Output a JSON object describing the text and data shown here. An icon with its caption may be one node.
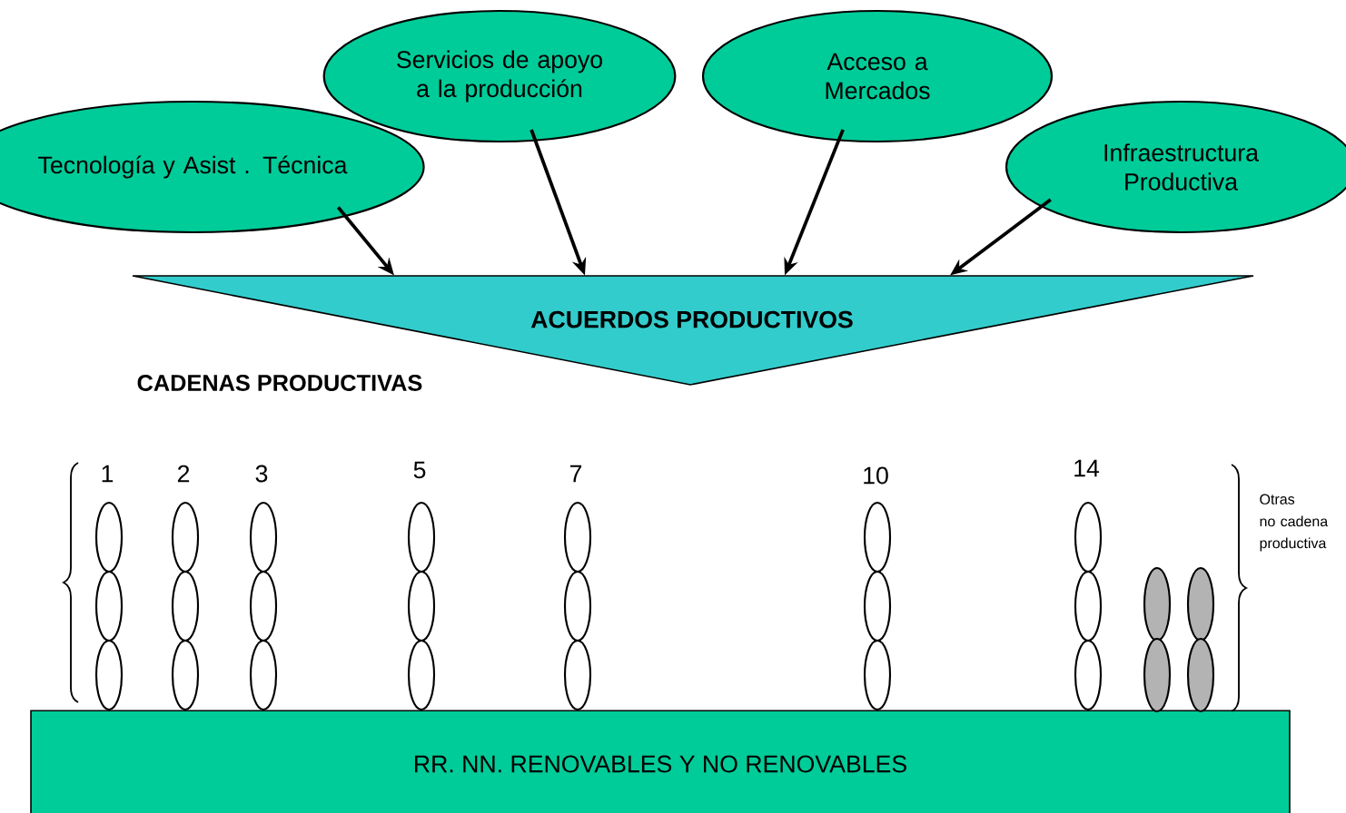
{
  "diagram": {
    "nodes": [
      {
        "text": [
          "Tecnología y Asist . Técnica"
        ]
      },
      {
        "text": [
          "Servicios de apoyo a la producción"
        ]
      },
      {
        "text": [
          "Acceso a Mercados"
        ]
      },
      {
        "text": [
          "Infraestructura Productiva"
        ]
      },
      {
        "text": [
          "ACUERDOS PRODUCTIVOS"
        ]
      },
      {
        "text": [
          "RR. NN. RENOVABLES Y NO RENOVABLES"
        ]
      }
    ],
    "edges": [
      {
        "from": 0,
        "to": 4,
        "arrow": "to"
      },
      {
        "from": 1,
        "to": 4,
        "arrow": "to"
      },
      {
        "from": 2,
        "to": 4,
        "arrow": "to"
      },
      {
        "from": 3,
        "to": 4,
        "arrow": "to"
      }
    ],
    "labels": [
      "CADENAS PRODUCTIVAS",
      "1",
      "2",
      "3",
      "5",
      "7",
      "10",
      "14",
      "Otras",
      "no cadena productiva"
    ]
  }
}
